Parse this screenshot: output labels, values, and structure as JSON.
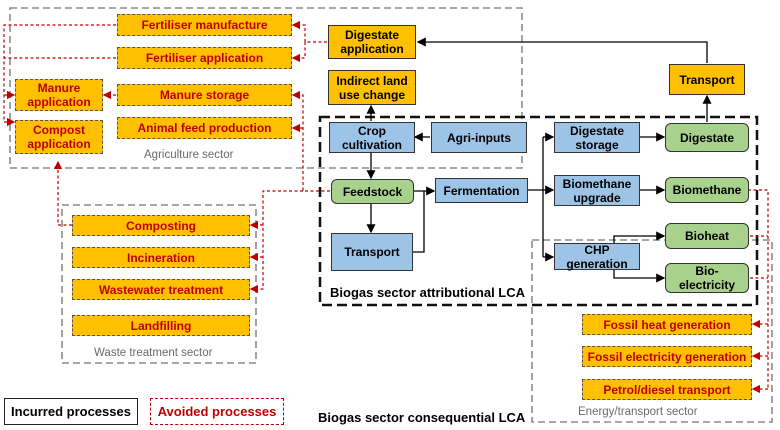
{
  "sectors": {
    "agriculture": "Agriculture sector",
    "waste": "Waste treatment sector",
    "energy": "Energy/transport sector"
  },
  "lca": {
    "attributional": "Biogas sector attributional LCA",
    "consequential": "Biogas sector consequential LCA"
  },
  "legend": {
    "incurred": "Incurred processes",
    "avoided": "Avoided processes"
  },
  "processes": {
    "fertiliser_manufacture": "Fertiliser manufacture",
    "fertiliser_application": "Fertiliser application",
    "manure_application": "Manure application",
    "manure_storage": "Manure storage",
    "compost_application": "Compost application",
    "animal_feed_production": "Animal feed production",
    "digestate_application": "Digestate application",
    "indirect_land_use_change": "Indirect land use change",
    "transport_top": "Transport",
    "crop_cultivation": "Crop cultivation",
    "agri_inputs": "Agri-inputs",
    "digestate_storage": "Digestate storage",
    "digestate": "Digestate",
    "feedstock": "Feedstock",
    "fermentation": "Fermentation",
    "biomethane_upgrade": "Biomethane upgrade",
    "biomethane": "Biomethane",
    "transport_mid": "Transport",
    "chp_generation": "CHP generation",
    "bioheat": "Bioheat",
    "bioelectricity": "Bio-electricity",
    "composting": "Composting",
    "incineration": "Incineration",
    "wastewater_treatment": "Wastewater treatment",
    "landfilling": "Landfilling",
    "fossil_heat_generation": "Fossil heat generation",
    "fossil_electricity_generation": "Fossil electricity generation",
    "petrol_diesel_transport": "Petrol/diesel transport"
  },
  "colors": {
    "incurred_fill": "#ffc000",
    "avoided_text": "#c00000",
    "attributional_fill": "#9dc3e6",
    "products_fill": "#a9d18e"
  }
}
